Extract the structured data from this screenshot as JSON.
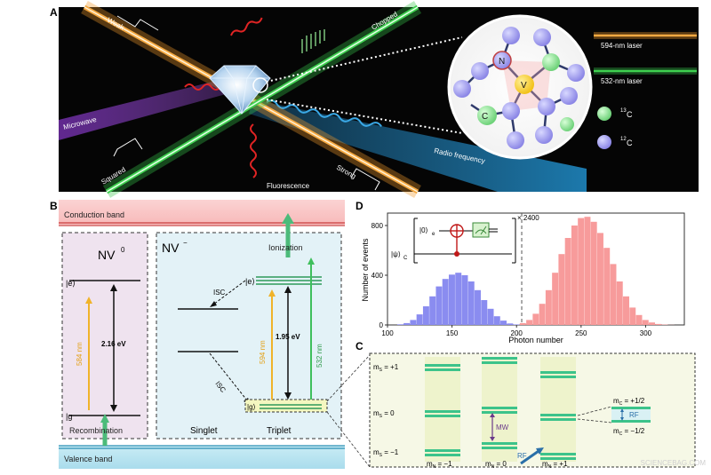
{
  "panel_a": {
    "letter": "A",
    "labels": {
      "weak": "Weak",
      "chopped": "Chopped",
      "microwave": "Microwave",
      "squared": "Squared",
      "fluorescence": "Fluorescence",
      "strong": "Strong",
      "radio_frequency": "Radio frequency"
    },
    "molecule": {
      "n": "N",
      "v": "V",
      "c": "C"
    },
    "legend": {
      "laser_594": "594-nm laser",
      "laser_532": "532-nm laser",
      "c13_sup": "13",
      "c13": "C",
      "c12_sup": "12",
      "c12": "C"
    }
  },
  "panel_b": {
    "letter": "B",
    "conduction_band": "Conduction band",
    "valence_band": "Valence band",
    "nv0": {
      "title": "NV",
      "sup": "0",
      "e": "|e⟩",
      "g": "|g",
      "energy": "2.16 eV",
      "wavelength": "584 nm",
      "recombination": "Recombination"
    },
    "nvm": {
      "title": "NV",
      "sup": "−",
      "isc_top": "ISC",
      "e": "|e⟩",
      "isc_bottom": "ISC",
      "g": "|g⟩",
      "ionization": "Ionization",
      "energy": "1.95 eV",
      "wl_594": "594 nm",
      "wl_532": "532 nm",
      "singlet": "Singlet",
      "triplet": "Triplet"
    }
  },
  "panel_d": {
    "letter": "D",
    "ylabel": "Number of events",
    "xlabel": "Photon number",
    "yticks": [
      "0",
      "400",
      "800"
    ],
    "xticks": [
      "100",
      "150",
      "200",
      "250",
      "300"
    ],
    "circuit": {
      "q1": "|0⟩",
      "q1_sub": "e",
      "q2": "|ψ⟩",
      "q2_sub": "C",
      "repeat": "× 2400"
    },
    "colors": {
      "blue": "#8a8cf0",
      "red": "#f79b9b"
    }
  },
  "chart_data": {
    "type": "bar",
    "title": "",
    "xlabel": "Photon number",
    "ylabel": "Number of events",
    "xlim": [
      100,
      330
    ],
    "ylim": [
      0,
      900
    ],
    "threshold": 204,
    "series": [
      {
        "x": [
          110,
          115,
          120,
          125,
          130,
          135,
          140,
          145,
          150,
          155,
          160,
          165,
          170,
          175,
          180,
          185,
          190,
          195,
          200
        ],
        "values": [
          5,
          15,
          40,
          85,
          150,
          230,
          310,
          370,
          405,
          420,
          400,
          350,
          280,
          200,
          130,
          70,
          35,
          12,
          4
        ]
      },
      {
        "x": [
          205,
          210,
          215,
          220,
          225,
          230,
          235,
          240,
          245,
          250,
          255,
          260,
          265,
          270,
          275,
          280,
          285,
          290,
          295,
          300,
          305,
          310,
          315,
          320
        ],
        "values": [
          15,
          40,
          90,
          170,
          280,
          420,
          570,
          700,
          800,
          860,
          870,
          830,
          740,
          620,
          490,
          350,
          230,
          140,
          80,
          40,
          20,
          8,
          3,
          1
        ]
      }
    ]
  },
  "panel_c": {
    "letter": "C",
    "ms_p1": "m",
    "ms_p1_sub": "S",
    "ms_p1_val": " = +1",
    "ms_0": "m",
    "ms_0_sub": "S",
    "ms_0_val": " = 0",
    "ms_m1": "m",
    "ms_m1_sub": "S",
    "ms_m1_val": " = −1",
    "mn_m1": "m",
    "mn_m1_sub": "N",
    "mn_m1_val": " = −1",
    "mn_0": "m",
    "mn_0_sub": "N",
    "mn_0_val": " = 0",
    "mn_p1": "m",
    "mn_p1_sub": "N",
    "mn_p1_val": " = +1",
    "mc_p": "m",
    "mc_p_sub": "C",
    "mc_p_val": " = +1/2",
    "mc_m": "m",
    "mc_m_sub": "C",
    "mc_m_val": " = −1/2",
    "mw": "MW",
    "rf": "RF",
    "rf2": "RF"
  },
  "watermark": "SCIENCEBAG.COM"
}
